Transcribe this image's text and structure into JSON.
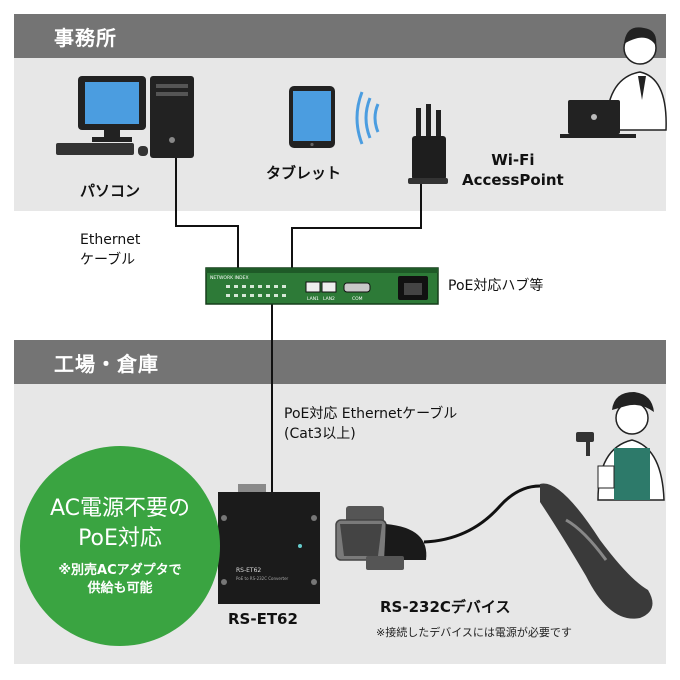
{
  "office": {
    "title": "事務所"
  },
  "factory": {
    "title": "工場・倉庫"
  },
  "devices": {
    "pc": "パソコン",
    "tablet": "タブレット",
    "wifi_ap": "Wi-Fi\nAccessPoint",
    "ethernet_cable": "Ethernet\nケーブル",
    "poe_hub": "PoE対応ハブ等",
    "poe_cable": "PoE対応 Ethernetケーブル\n(Cat3以上)",
    "rs_et62": "RS-ET62",
    "rs232c_device": "RS-232Cデバイス",
    "power_note": "※接続したデバイスには電源が必要です"
  },
  "hub_panel": {
    "header": "NETWORK INDEX",
    "ports": [
      "LAN1",
      "LAN2",
      "COM"
    ]
  },
  "device_panel": {
    "model": "RS-ET62",
    "subtitle": "PoE to RS-232C Converter"
  },
  "poe_badge": {
    "line1": "AC電源不要の",
    "line2": "PoE対応",
    "note": "※別売ACアダプタで\n供給も可能"
  },
  "colors": {
    "badge": "#3aa441",
    "header": "#747474",
    "zone": "#e7e7e7",
    "hub": "#2d7a37"
  },
  "icons": [
    "desktop-pc-icon",
    "tablet-icon",
    "wifi-router-icon",
    "office-worker-icon",
    "factory-worker-icon",
    "barcode-scanner-icon"
  ]
}
